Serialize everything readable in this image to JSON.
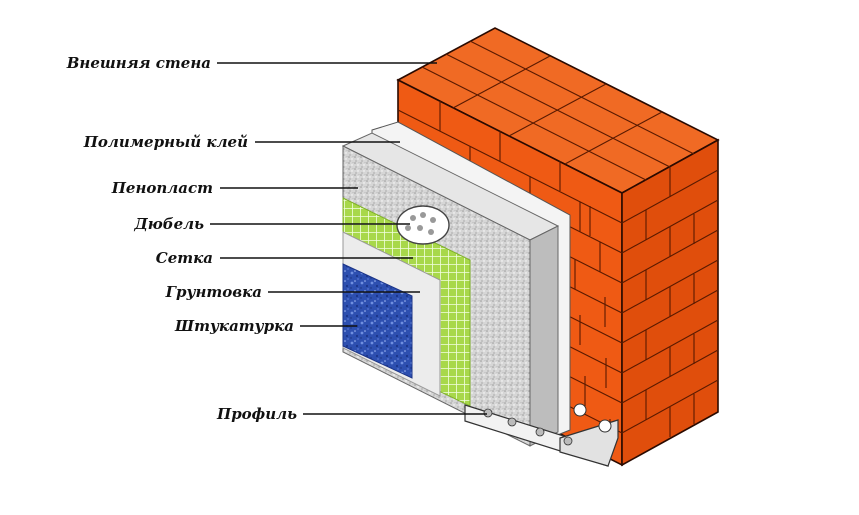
{
  "labels": {
    "outer_wall": "Внешняя стена",
    "polymer_glue": "Полимерный клей",
    "foam": "Пенопласт",
    "dowel": "Дюбель",
    "mesh": "Сетка",
    "primer": "Грунтовка",
    "plaster": "Штукатурка",
    "profile": "Профиль"
  },
  "colors": {
    "brick_front": "#ef5a14",
    "brick_side": "#e04e0c",
    "brick_top": "#f06a24",
    "mortar": "#5a1a00",
    "glue": "#f4f4f4",
    "foam": "#d8d8d8",
    "mesh": "#a8d84a",
    "primer": "#ececec",
    "plaster": "#2d4fb0",
    "profile": "#f2f2f2"
  }
}
